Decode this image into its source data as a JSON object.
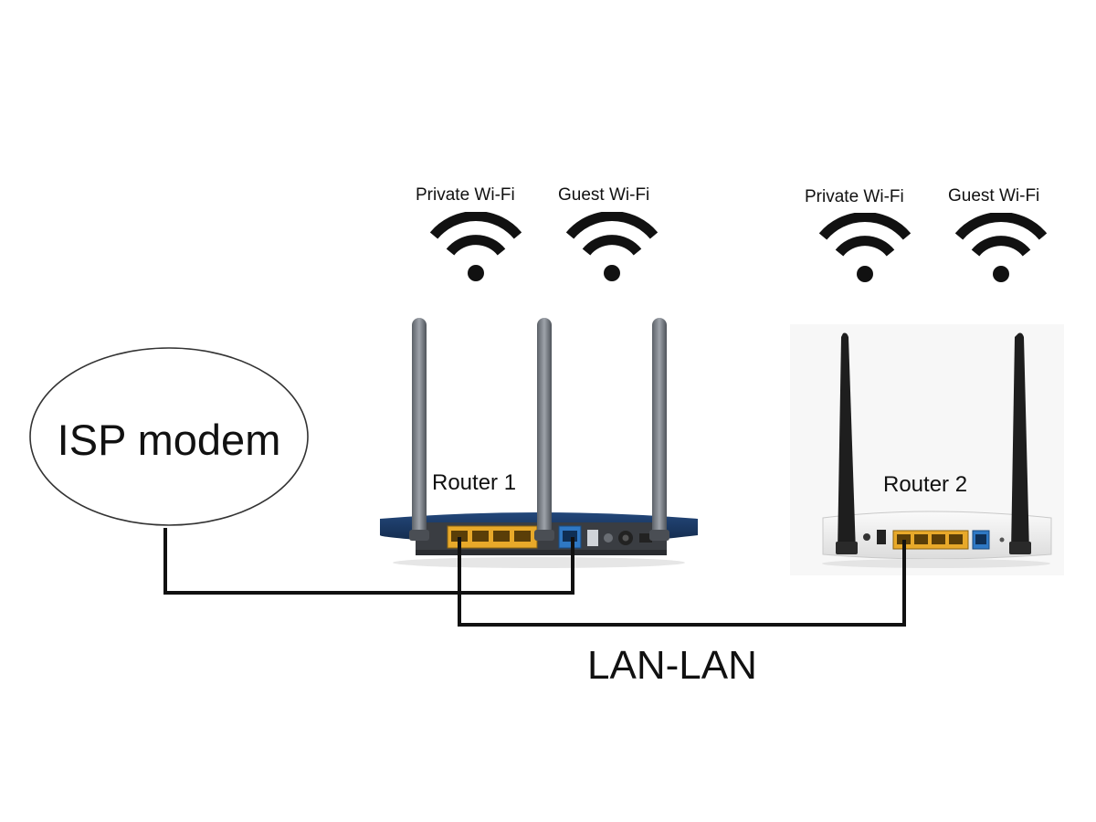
{
  "diagram": {
    "isp_modem": {
      "label": "ISP modem"
    },
    "router1": {
      "label": "Router 1",
      "wifi": [
        {
          "label": "Private Wi-Fi"
        },
        {
          "label": "Guest Wi-Fi"
        }
      ],
      "body_color": "#1c3b66",
      "lan_port_color": "#e8a92a",
      "wan_port_color": "#2f78c4"
    },
    "router2": {
      "label": "Router 2",
      "wifi": [
        {
          "label": "Private Wi-Fi"
        },
        {
          "label": "Guest Wi-Fi"
        }
      ],
      "body_color": "#eeeeee",
      "lan_port_color": "#e8a92a",
      "wan_port_color": "#2f78c4"
    },
    "connection_label": "LAN-LAN",
    "cable_color": "#111111",
    "icons": [
      "wifi-icon",
      "router-icon",
      "modem-ellipse"
    ]
  }
}
